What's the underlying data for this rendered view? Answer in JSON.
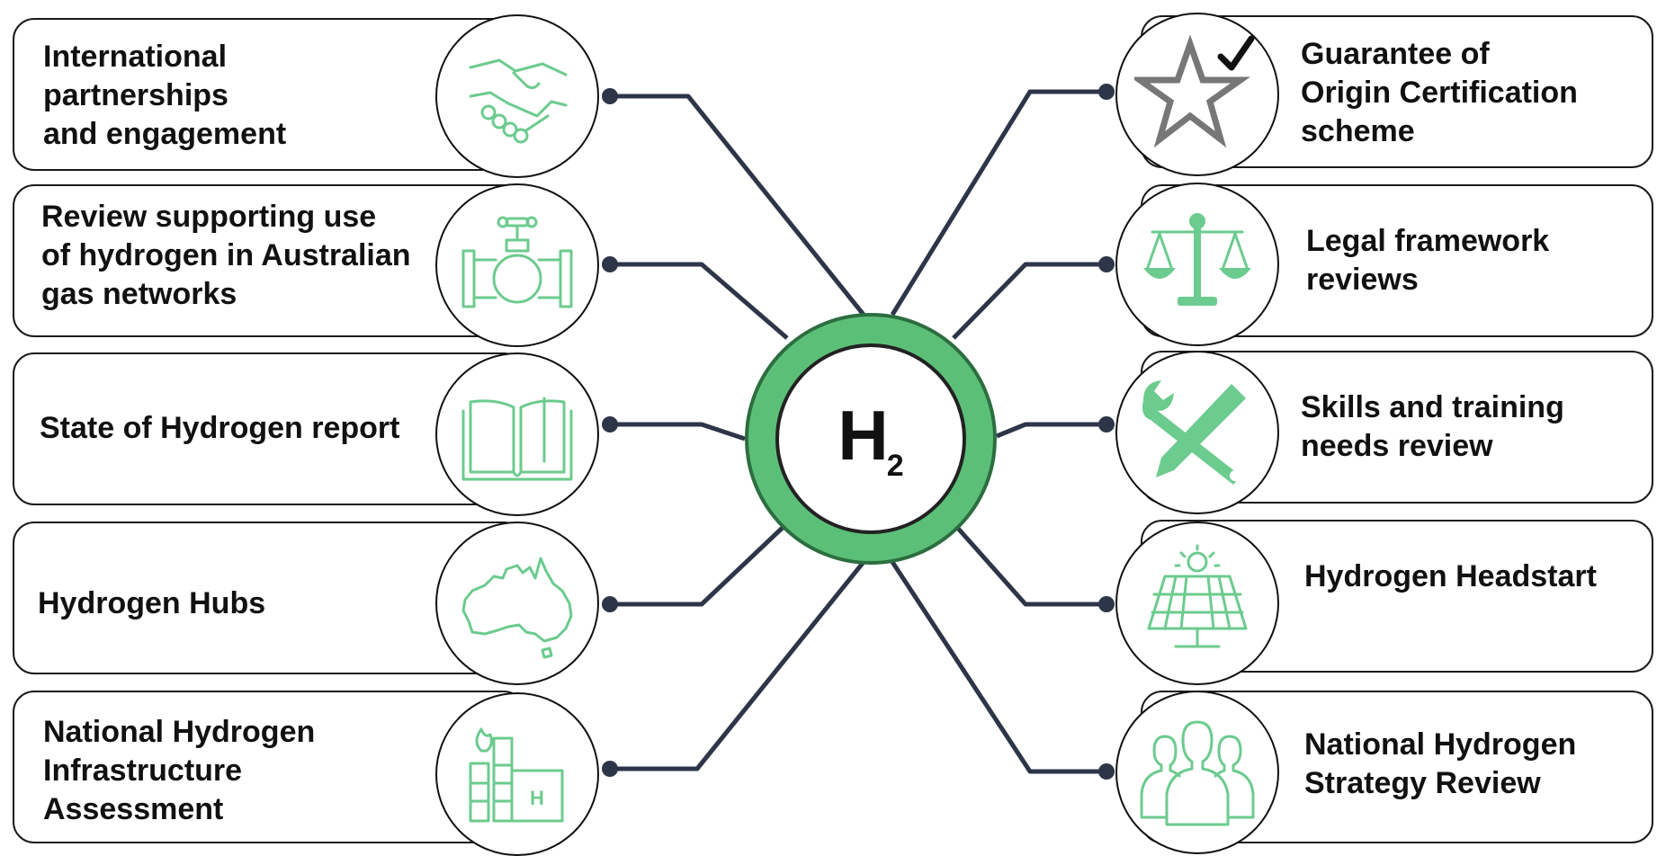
{
  "hub": {
    "main": "H",
    "subscript": "2"
  },
  "left_items": [
    {
      "lines": [
        "International",
        "partnerships",
        "and engagement"
      ],
      "icon": "handshake-icon"
    },
    {
      "lines": [
        "Review supporting use",
        "of hydrogen in Australian",
        "gas networks"
      ],
      "icon": "gas-valve-icon"
    },
    {
      "lines": [
        "State of Hydrogen report"
      ],
      "icon": "open-book-icon"
    },
    {
      "lines": [
        "Hydrogen Hubs"
      ],
      "icon": "australia-map-icon"
    },
    {
      "lines": [
        "National Hydrogen",
        "Infrastructure",
        "Assessment"
      ],
      "icon": "hydrogen-plant-icon"
    }
  ],
  "right_items": [
    {
      "lines": [
        "Guarantee of",
        "Origin Certification",
        "scheme"
      ],
      "icon": "star-check-icon"
    },
    {
      "lines": [
        "Legal framework",
        "reviews"
      ],
      "icon": "scales-icon"
    },
    {
      "lines": [
        "Skills and training",
        "needs review"
      ],
      "icon": "wrench-pencil-icon"
    },
    {
      "lines": [
        "Hydrogen Headstart"
      ],
      "icon": "solar-panel-icon"
    },
    {
      "lines": [
        "National Hydrogen",
        "Strategy Review"
      ],
      "icon": "people-group-icon"
    }
  ],
  "colors": {
    "accent": "#5cbf78",
    "connector": "#2d3648",
    "border": "#1a1a1a"
  }
}
